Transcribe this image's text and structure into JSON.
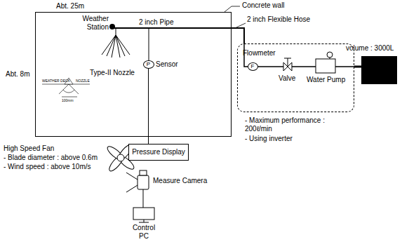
{
  "diagram": {
    "nodes": [
      {
        "text": [
          "Concrete wall"
        ]
      },
      {
        "text": [
          "P"
        ],
        "in": 0
      },
      {
        "text": [
          "Pressure Display"
        ]
      },
      {
        "text": [
          "- Maximum performance : 200ℓ/min",
          "- Using inverter"
        ]
      },
      {
        "text": [
          "F"
        ],
        "in": 3
      },
      {
        "text": [
          "volume : 3000L"
        ]
      }
    ],
    "edges": [
      {
        "from": 0,
        "to": 3,
        "arrow": "none"
      },
      {
        "from": 1,
        "to": 2,
        "arrow": "none"
      },
      {
        "from": 3,
        "to": 5,
        "arrow": "none"
      }
    ],
    "labels": [
      "Abt. 25m",
      "Weather Station",
      "2 inch Pipe",
      "Sensor",
      "Type-II Nozzle",
      "Abt. 8m",
      "WEATHER DECK",
      "NOZZLE",
      "100mm",
      "2 inch Flexible Hose",
      "Flowmeter",
      "Valve",
      "Water Pump",
      "High Speed Fan",
      "- Blade diameter : above 0.6m",
      "- Wind speed : above 10m/s",
      "Measure Camera",
      "Control PC"
    ]
  }
}
